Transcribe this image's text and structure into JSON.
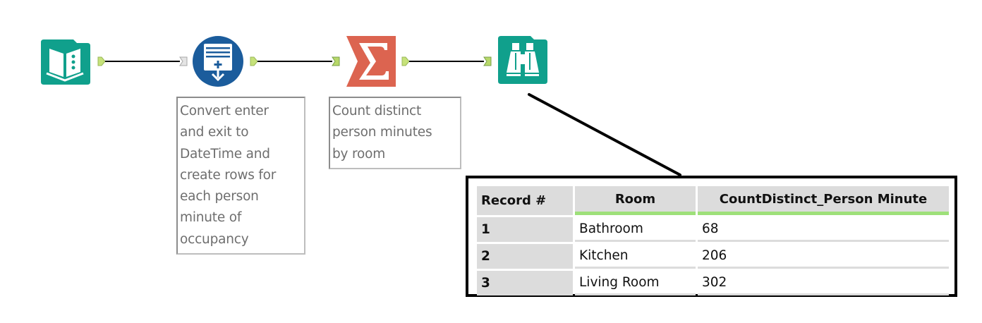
{
  "workflow": {
    "tools": [
      {
        "id": "input",
        "type": "input-data",
        "icon": "book-icon",
        "color": "#10a08c"
      },
      {
        "id": "generate-rows",
        "type": "generate-rows",
        "icon": "generate-rows-icon",
        "color": "#1b5c9c"
      },
      {
        "id": "summarize",
        "type": "summarize",
        "icon": "sigma-icon",
        "color": "#dc6450"
      },
      {
        "id": "browse",
        "type": "browse",
        "icon": "binoculars-icon",
        "color": "#10a08c"
      }
    ],
    "annotations": {
      "generate_rows": [
        "Convert enter",
        "and exit to",
        "DateTime and",
        "create rows for",
        "each person",
        "minute of",
        "occupancy"
      ],
      "summarize": [
        "Count distinct",
        "person minutes",
        "by room"
      ]
    },
    "colors": {
      "anchor_output": "#c6e27a",
      "anchor_input_active": "#b8d86a",
      "anchor_input_inactive": "#e4e4e4",
      "connection": "#000000",
      "header_underline": "#9ee07a"
    }
  },
  "results": {
    "columns": [
      "Record #",
      "Room",
      "CountDistinct_Person Minute"
    ],
    "rows": [
      {
        "record": "1",
        "room": "Bathroom",
        "count": "68"
      },
      {
        "record": "2",
        "room": "Kitchen",
        "count": "206"
      },
      {
        "record": "3",
        "room": "Living Room",
        "count": "302"
      }
    ]
  }
}
